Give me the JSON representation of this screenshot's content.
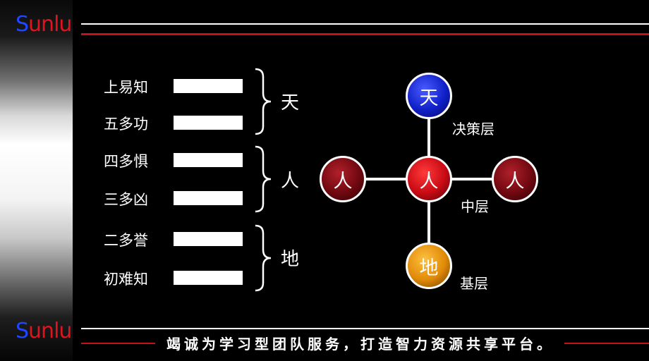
{
  "logo": {
    "first": "S",
    "rest": "unlu"
  },
  "left_items": [
    {
      "label": "上易知"
    },
    {
      "label": "五多功"
    },
    {
      "label": "四多惧"
    },
    {
      "label": "三多凶"
    },
    {
      "label": "二多誉"
    },
    {
      "label": "初难知"
    }
  ],
  "groups": [
    {
      "label": "天"
    },
    {
      "label": "人"
    },
    {
      "label": "地"
    }
  ],
  "diagram": {
    "top_node": "天",
    "left_node": "人",
    "center_node": "人",
    "right_node": "人",
    "bottom_node": "地",
    "top_caption": "决策层",
    "middle_caption": "中层",
    "bottom_caption": "基层"
  },
  "footer": {
    "slogan": "竭诚为学习型团队服务，打造智力资源共享平台。"
  },
  "colors": {
    "header_red": "#c8101c",
    "heaven_blue": "#1020c8",
    "human_red": "#c80a14",
    "human_dark": "#7a0a10",
    "earth_orange": "#e69810"
  }
}
